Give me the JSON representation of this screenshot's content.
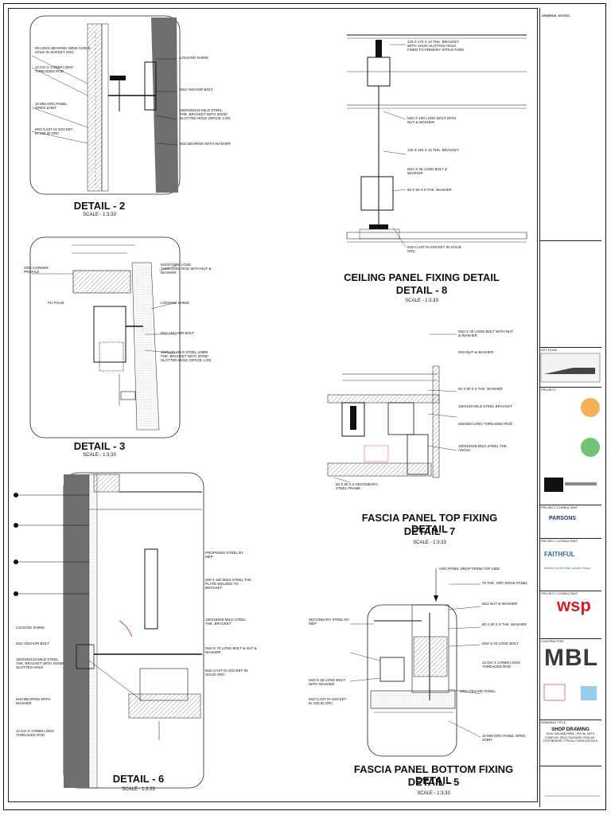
{
  "details": [
    {
      "id": "d2",
      "title": "DETAIL - 2",
      "scale": "SCALE - 1:3.33"
    },
    {
      "id": "d3",
      "title": "DETAIL - 3",
      "scale": "SCALE - 1:3.33"
    },
    {
      "id": "d6",
      "title": "DETAIL - 6",
      "scale": "SCALE - 1:3.33"
    },
    {
      "id": "d8",
      "title": "CEILING PANEL FIXING DETAIL",
      "sub": "DETAIL - 8",
      "scale": "SCALE - 1:3.33"
    },
    {
      "id": "d7",
      "title": "FASCIA PANEL TOP FIXING DETAIL",
      "sub": "DETAIL - 7",
      "scale": "SCALE - 1:3.33"
    },
    {
      "id": "d5",
      "title": "FASCIA PANEL BOTTOM FIXING DETAIL",
      "sub": "DETAIL - 5",
      "scale": "SCALE - 1:3.33"
    }
  ],
  "labels": {
    "d2": [
      "50 LONG BEARING WIDE ANGLE HOLE IN SOCKET GRC",
      "12 DIA X 170mm LONG THREADED ROD",
      "10 MM GRC PANEL OPEN JOINT",
      "M10 CAST IN SOCKET IN SOLID GRC",
      "LOCKING SHIMS",
      "M12 ANCHOR BOLT",
      "150X150X10 MILD STEEL THK. BRACKET WITH 20X50 SLOTTED HOLE (SPACE 1.00)",
      "M10 BEARING WITH WASHER"
    ],
    "d3": [
      "GRC CORNER PROFILE",
      "PU FOAM",
      "M10X70mm LONG THREADED ROD WITH NUT & WASHER",
      "LOCKING SHIMS",
      "M12 ANCHOR BOLT",
      "150X150 MILD STEEL 10MM THK. BRACKET WITH 20X50 SLOTTED HOLE (SPACE 1.00)"
    ],
    "d6": [
      "LOCKING SHIMS",
      "M12 ANCHOR BOLT",
      "150X150X10 MILD STEEL THK. BRACKET WITH 20X50 SLOTTED HOLE",
      "M10 BEARING WITH WASHER",
      "12 DIA X 170mm LONG THREADED ROD",
      "PROPOSED STEEL BY MEP",
      "200 X 150 MILD STEEL THK. PLATE WELDED TO BRACKET",
      "150X150X6 MILD STEEL THK. BRACKET",
      "M10 X 70 LONG BOLT & NUT & WASHER",
      "M10 CAST IN SOCKET IN SOLID GRC"
    ],
    "d8": [
      "125 X 175 X 10 THK. BRACKET WITH 14X70 SLOTTED HOLE FIXED TO PRIMARY STRUCTURE",
      "M20 X 100 LONG BOLT WITH NUT & WASHER",
      "125 X 150 X 10 THK. BRACKET",
      "M12 X 35 LONG BOLT & WASHER",
      "50 X 50 X 5 THK. WASHER",
      "M10 CAST IN SOCKET IN SOLID GRC"
    ],
    "d7": [
      "M10 X 40 LONG BOLT WITH NUT & WASHER",
      "M10 NUT & WASHER",
      "50 X 50 X 5 THK. WASHER",
      "150X150 MILD STEEL BRACKET",
      "M10X50 LONG THREADED ROD",
      "100X150X8 MILD STEEL THK. ANGLE",
      "80 X 80 X 5 SECONDARY STEEL FRAME"
    ],
    "d5": [
      "GRC PANEL DROP FROM TOP SIDE",
      "75 THK. GRC EDGE PANEL",
      "M12 NUT & WASHER",
      "80 X 80 X 5 THK. WASHER",
      "M10 X 40 LONG BOLT",
      "12 DIA X 170mm LONG THREADED ROD",
      "SECONDARY STEEL BY MEP",
      "M10 X 35 LONG BOLT WITH WASHER",
      "M10 CAST IN SOCKET IN SOLID GRC",
      "GRC CEILING PANEL",
      "10 MM GRC PANEL OPEN JOINT"
    ]
  },
  "titleblock": {
    "notes_heading": "GENERAL NOTES:",
    "key_plan": "KEY PLAN:",
    "project": "PROJECT:",
    "project_consultant": "PROJECT CONSULTANT",
    "contractor": "CONTRACTOR:",
    "consultant_logo": "PARSONS",
    "fg_line1": "FAITHFUL",
    "fg_line2": "Member of the SNC-Lavalin Group",
    "wsp": "wsp",
    "mbl": "MBL",
    "drawing_title_label": "DRAWING TITLE:",
    "drawing_title": "SHOP DRAWING",
    "drawing_sub": "KING SALMAN PARK - ROYAL ARTS COMPLEX (RAC) PACKAGE CP06 4B - FOOTBRIDGE TYPICAL FIXING DETAILS"
  },
  "colors": {
    "line": "#111111",
    "hatch": "#555555",
    "concrete": "#6f6f6f",
    "wsp": "#d41e26",
    "fg": "#2a6aa8"
  }
}
